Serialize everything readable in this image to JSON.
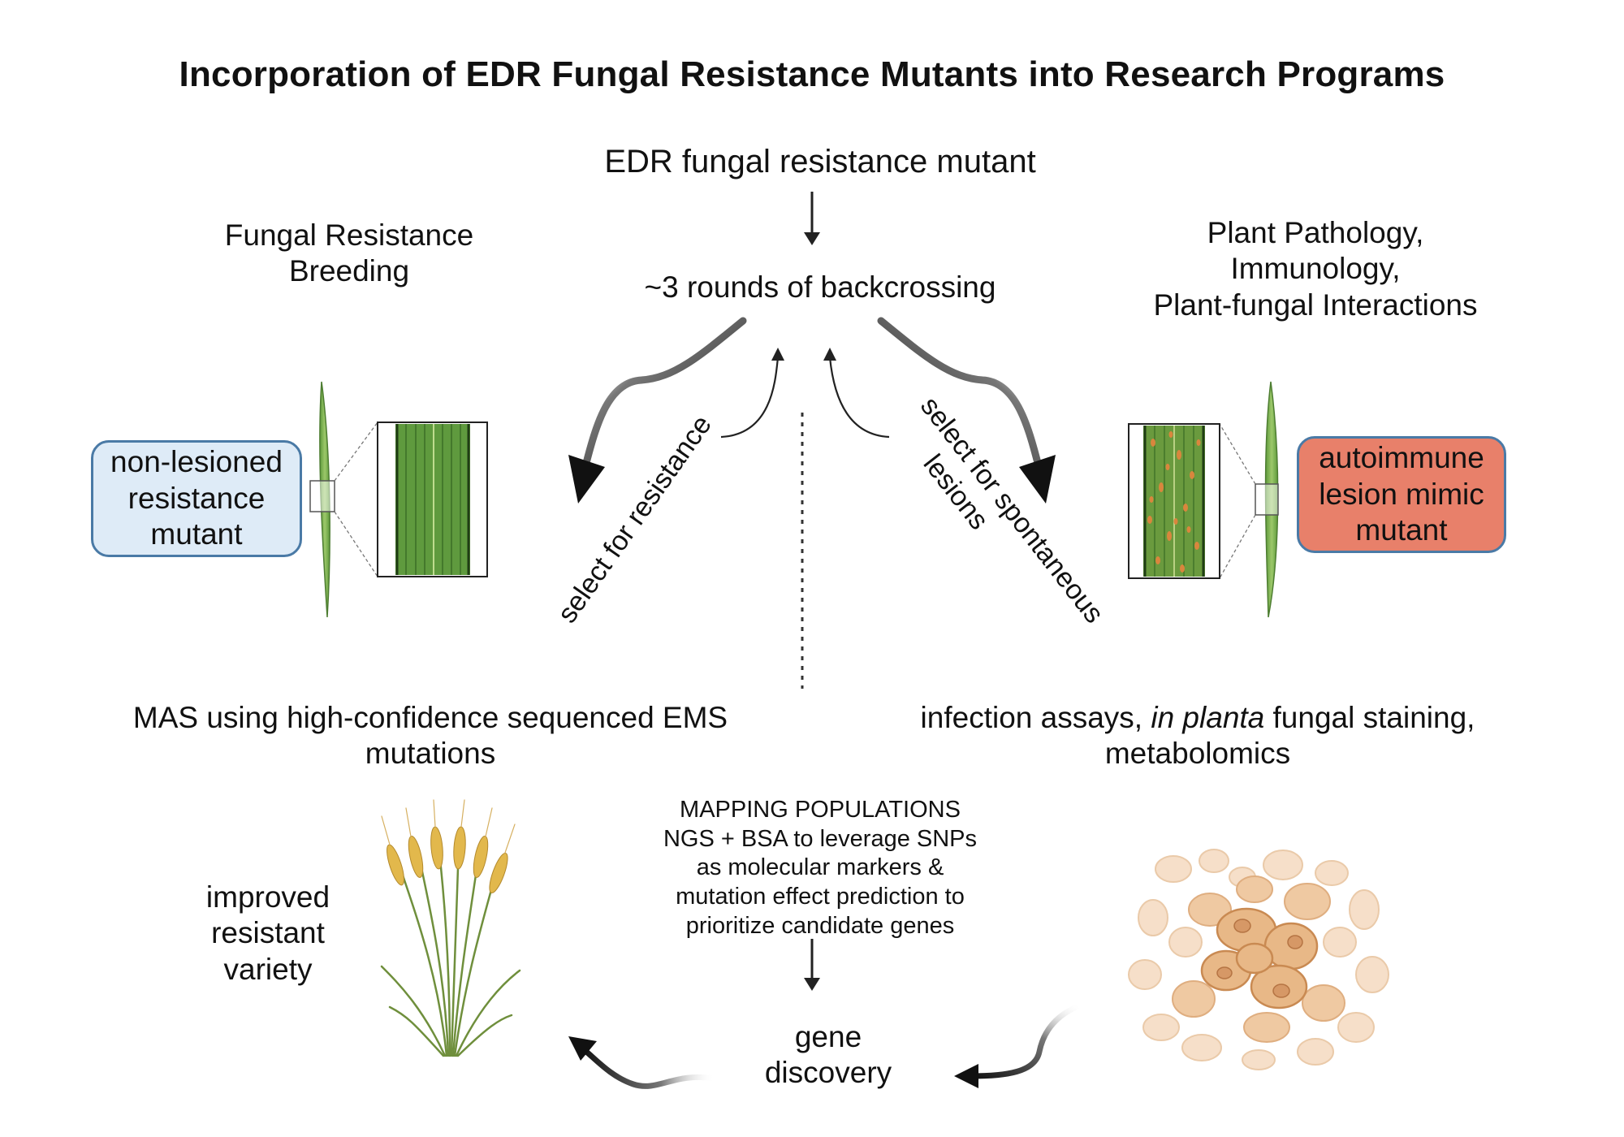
{
  "title": "Incorporation of EDR Fungal Resistance Mutants into Research Programs",
  "top_node": "EDR fungal resistance mutant",
  "backcross_node": "~3 rounds of backcrossing",
  "left_header": [
    "Fungal Resistance",
    "Breeding"
  ],
  "right_header": [
    "Plant Pathology,",
    "Immunology,",
    "Plant-fungal Interactions"
  ],
  "left_box": {
    "lines": [
      "non-lesioned",
      "resistance",
      "mutant"
    ],
    "fill": "#deebf7",
    "border": "#4a7aa6"
  },
  "right_box": {
    "lines": [
      "autoimmune",
      "lesion mimic",
      "mutant"
    ],
    "fill": "#e8806a",
    "border": "#4a7aa6"
  },
  "left_arrow_label": "select for resistance",
  "right_arrow_label": [
    "select for spontaneous",
    "lesions"
  ],
  "left_method": [
    "MAS using high-confidence sequenced EMS",
    "mutations"
  ],
  "right_method": {
    "pre": "infection assays, ",
    "italic": "in planta",
    "post": " fungal staining,",
    "line2": "metabolomics"
  },
  "mapping": [
    "MAPPING POPULATIONS",
    "NGS + BSA to leverage SNPs",
    "as molecular markers &",
    "mutation effect prediction to",
    "prioritize candidate genes"
  ],
  "gene_discovery": [
    "gene",
    "discovery"
  ],
  "improved_variety": [
    "improved",
    "resistant",
    "variety"
  ],
  "colors": {
    "leaf": "#7ab04b",
    "leaf_dark": "#3d6b2a",
    "lesion": "#d98a4a",
    "fungus": "#e8b887"
  },
  "icons": [
    "wheat-leaf-icon",
    "leaf-closeup-icon",
    "lesioned-leaf-closeup-icon",
    "wheat-plant-icon",
    "fungal-cells-icon"
  ]
}
